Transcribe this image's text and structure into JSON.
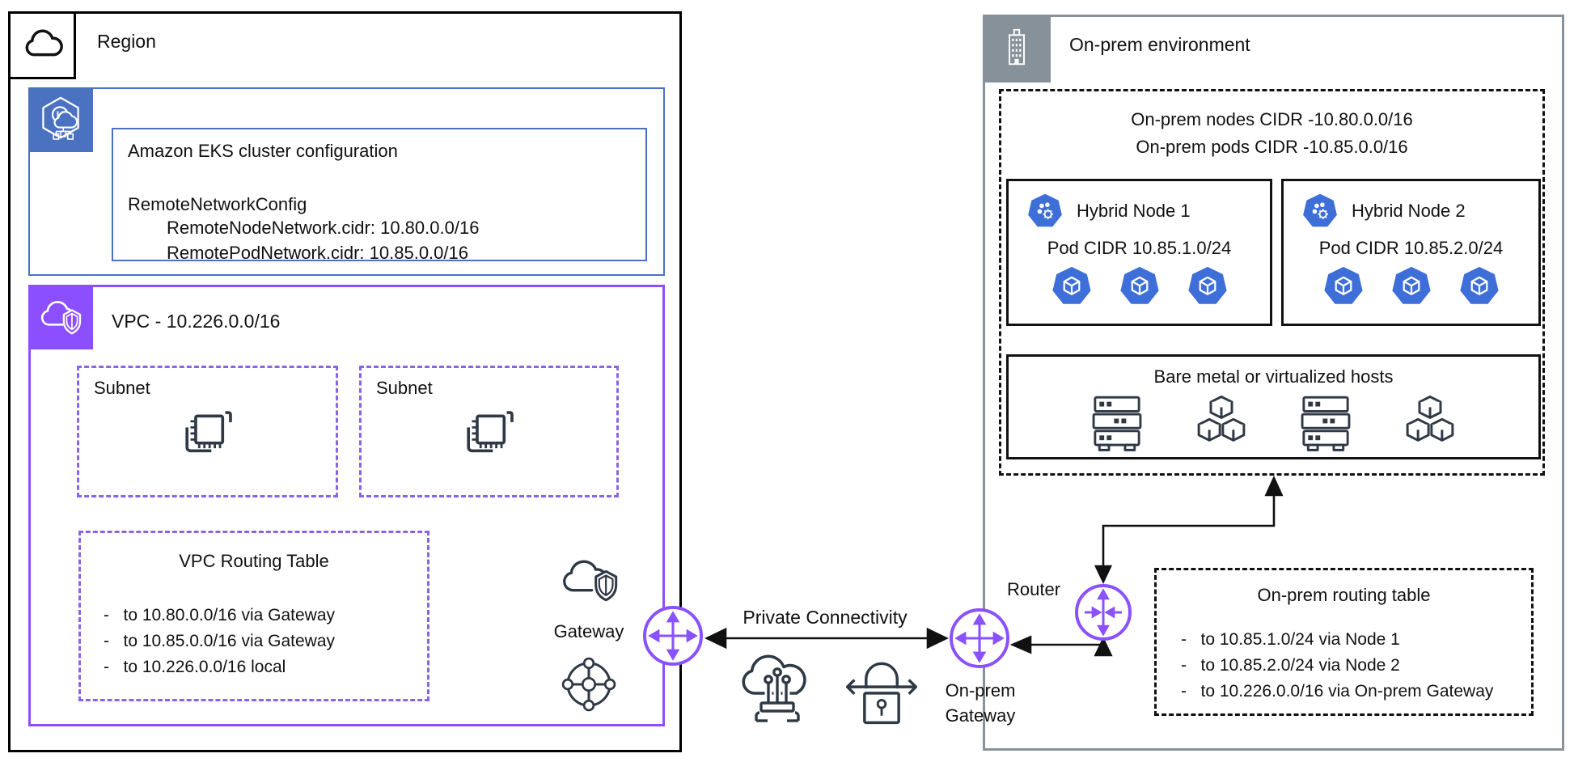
{
  "region": {
    "title": "Region",
    "eks": {
      "title": "Amazon EKS cluster configuration",
      "lines": [
        "RemoteNetworkConfig",
        "RemoteNodeNetwork.cidr: 10.80.0.0/16",
        "RemotePodNetwork.cidr: 10.85.0.0/16"
      ]
    },
    "vpc": {
      "title": "VPC - 10.226.0.0/16",
      "subnets": [
        {
          "label": "Subnet"
        },
        {
          "label": "Subnet"
        }
      ],
      "routing": {
        "title": "VPC Routing Table",
        "routes": [
          "-   to 10.80.0.0/16 via Gateway",
          "-   to 10.85.0.0/16 via Gateway",
          "-   to 10.226.0.0/16 local"
        ]
      },
      "gateway_label": "Gateway"
    }
  },
  "connectivity": {
    "label": "Private Connectivity"
  },
  "onprem": {
    "title": "On-prem environment",
    "cidr": {
      "line1": "On-prem nodes CIDR -10.80.0.0/16",
      "line2": "On-prem pods CIDR -10.85.0.0/16"
    },
    "nodes": [
      {
        "title": "Hybrid Node 1",
        "pod_cidr": "Pod CIDR 10.85.1.0/24"
      },
      {
        "title": "Hybrid Node 2",
        "pod_cidr": "Pod CIDR 10.85.2.0/24"
      }
    ],
    "hosts_title": "Bare metal or virtualized hosts",
    "router_label": "Router",
    "gateway_label_line1": "On-prem",
    "gateway_label_line2": "Gateway",
    "routing": {
      "title": "On-prem routing table",
      "routes": [
        "-   to 10.85.1.0/24 via Node 1",
        "-   to 10.85.2.0/24 via Node 2",
        "-   to 10.226.0.0/16 via On-prem Gateway"
      ]
    }
  },
  "colors": {
    "vpc_purple": "#8C4FFF",
    "gateway_purple": "#8a52ff",
    "subnet_purple": "#8a63e8",
    "eks_blue": "#4a72c0",
    "kubernetes_blue": "#3E6FD9",
    "onprem_gray": "#879199",
    "icon_dark": "#2f3945",
    "line_black": "#111111"
  }
}
